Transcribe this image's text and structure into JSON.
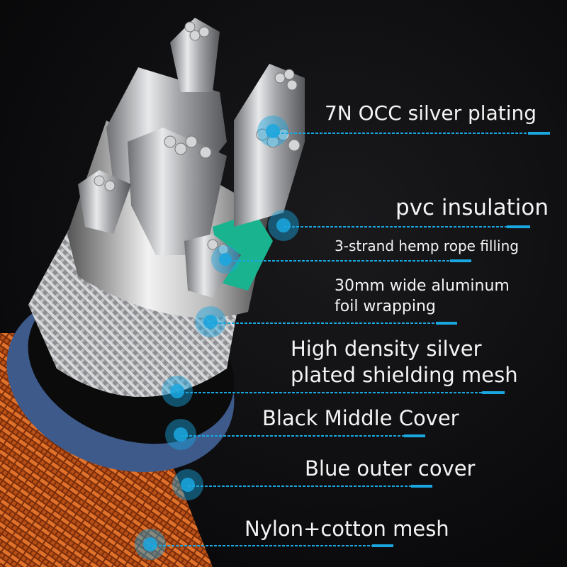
{
  "colors": {
    "accent": "#1aa7e0",
    "background": "#0c0c0e",
    "outer_mesh": "#c0561c",
    "blue_cover": "#3d5a8a",
    "pvc_green": "#19b38f"
  },
  "labels": [
    {
      "id": "silver-plating",
      "lines": [
        "7N OCC silver plating"
      ]
    },
    {
      "id": "pvc-insulation",
      "lines": [
        "pvc insulation"
      ]
    },
    {
      "id": "hemp-rope-filling",
      "lines": [
        "3-strand hemp rope filling"
      ]
    },
    {
      "id": "aluminum-foil",
      "lines": [
        "30mm wide aluminum",
        "foil wrapping"
      ]
    },
    {
      "id": "shielding-mesh",
      "lines": [
        "High density silver",
        "plated shielding mesh"
      ]
    },
    {
      "id": "black-middle-cover",
      "lines": [
        "Black Middle Cover"
      ]
    },
    {
      "id": "blue-outer-cover",
      "lines": [
        "Blue outer cover"
      ]
    },
    {
      "id": "nylon-cotton-mesh",
      "lines": [
        "Nylon+cotton mesh"
      ]
    }
  ]
}
